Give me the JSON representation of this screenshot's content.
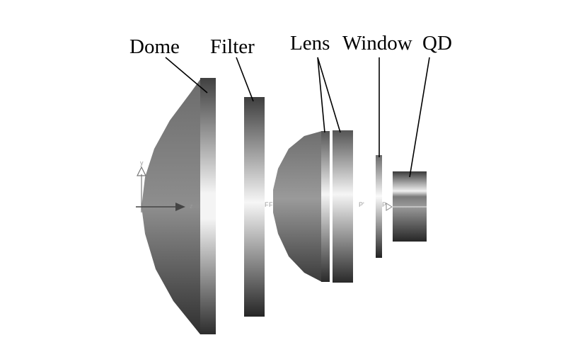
{
  "labels": {
    "dome": "Dome",
    "filter": "Filter",
    "lens": "Lens",
    "window": "Window",
    "qd": "QD"
  },
  "axes": {
    "y": "y",
    "z": "z"
  },
  "markers": {
    "f_left": "F",
    "f_right": "F",
    "p": "P'",
    "p_window": "P"
  },
  "colors": {
    "background": "#ffffff",
    "dark": "#2f2f2f",
    "light": "#f2f2f2",
    "mid": "#8a8a8a",
    "axis": "#444444",
    "leader": "#000000"
  }
}
